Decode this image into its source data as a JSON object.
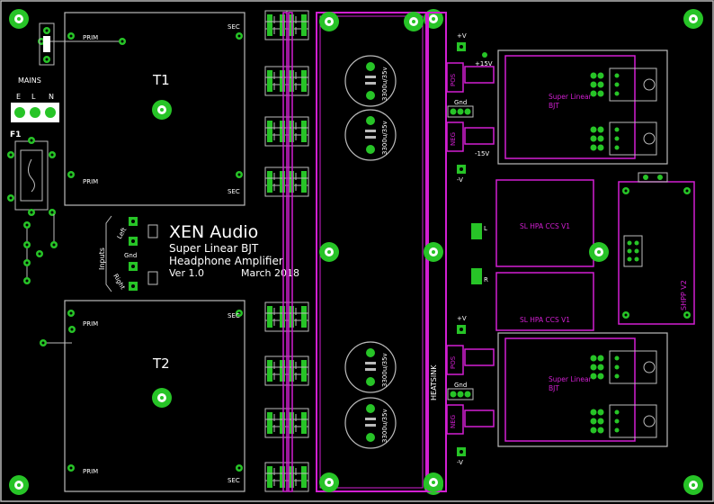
{
  "board": {
    "title": "XEN Audio",
    "line1": "Super Linear BJT",
    "line2": "Headphone Amplifier",
    "version": "Ver 1.0",
    "date": "March 2018"
  },
  "transformers": {
    "t1": "T1",
    "t2": "T2",
    "prim": "PRIM",
    "sec": "SEC"
  },
  "mains": {
    "label": "MAINS",
    "pins": [
      "E",
      "L",
      "N"
    ],
    "fuse": "F1"
  },
  "inputs": {
    "label": "Inputs",
    "left": "Left",
    "gnd": "Gnd",
    "right": "Right"
  },
  "caps": {
    "value": "3300u/35v"
  },
  "heatsink": "HEATSINK",
  "regulators": {
    "pos": "POS",
    "neg": "NEG",
    "gnd": "Gnd",
    "vplus": "+V",
    "vminus": "-V",
    "v15p": "+15V",
    "v15n": "-15V"
  },
  "modules": {
    "super_linear_1": "Super Linear",
    "super_linear_2": "BJT",
    "ccs": "SL HPA CCS V1",
    "shpp": "SHPP V2",
    "l": "L",
    "r": "R"
  }
}
